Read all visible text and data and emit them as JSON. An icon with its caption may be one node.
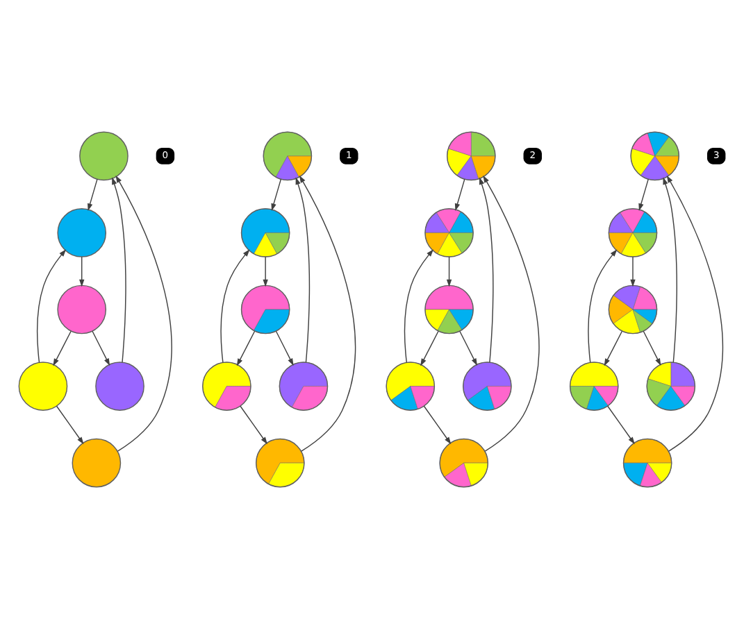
{
  "diagram": {
    "nodes": [
      {
        "text": [],
        "shape": "circle"
      },
      {
        "text": [],
        "shape": "circle"
      },
      {
        "text": [],
        "shape": "circle"
      },
      {
        "text": [],
        "shape": "circle"
      },
      {
        "text": [],
        "shape": "circle"
      },
      {
        "text": [],
        "shape": "circle"
      },
      {
        "text": [],
        "shape": "circle"
      },
      {
        "text": [],
        "shape": "circle"
      },
      {
        "text": [],
        "shape": "circle"
      },
      {
        "text": [],
        "shape": "circle"
      },
      {
        "text": [],
        "shape": "circle"
      },
      {
        "text": [],
        "shape": "circle"
      },
      {
        "text": [],
        "shape": "circle"
      },
      {
        "text": [],
        "shape": "circle"
      },
      {
        "text": [],
        "shape": "circle"
      },
      {
        "text": [],
        "shape": "circle"
      },
      {
        "text": [],
        "shape": "circle"
      },
      {
        "text": [],
        "shape": "circle"
      },
      {
        "text": [],
        "shape": "circle"
      },
      {
        "text": [],
        "shape": "circle"
      },
      {
        "text": [],
        "shape": "circle"
      },
      {
        "text": [],
        "shape": "circle"
      },
      {
        "text": [],
        "shape": "circle"
      },
      {
        "text": [],
        "shape": "circle"
      }
    ],
    "edges": [
      {
        "from": 2,
        "to": 0,
        "arrow": "to"
      },
      {
        "from": 0,
        "to": 3,
        "arrow": "to"
      },
      {
        "from": 1,
        "to": 0,
        "arrow": "to"
      },
      {
        "from": 5,
        "to": 2,
        "arrow": "to"
      },
      {
        "from": 5,
        "to": 3,
        "arrow": "to"
      },
      {
        "from": 3,
        "to": 4,
        "arrow": "to"
      },
      {
        "from": 4,
        "to": 1,
        "arrow": "to"
      },
      {
        "from": 4,
        "to": 5,
        "arrow": "to"
      },
      {
        "from": 8,
        "to": 6,
        "arrow": "to"
      },
      {
        "from": 6,
        "to": 9,
        "arrow": "to"
      },
      {
        "from": 7,
        "to": 6,
        "arrow": "to"
      },
      {
        "from": 11,
        "to": 8,
        "arrow": "to"
      },
      {
        "from": 11,
        "to": 9,
        "arrow": "to"
      },
      {
        "from": 9,
        "to": 10,
        "arrow": "to"
      },
      {
        "from": 10,
        "to": 7,
        "arrow": "to"
      },
      {
        "from": 10,
        "to": 11,
        "arrow": "to"
      },
      {
        "from": 14,
        "to": 12,
        "arrow": "to"
      },
      {
        "from": 12,
        "to": 15,
        "arrow": "to"
      },
      {
        "from": 13,
        "to": 12,
        "arrow": "to"
      },
      {
        "from": 17,
        "to": 14,
        "arrow": "to"
      },
      {
        "from": 17,
        "to": 15,
        "arrow": "to"
      },
      {
        "from": 15,
        "to": 16,
        "arrow": "to"
      },
      {
        "from": 16,
        "to": 13,
        "arrow": "to"
      },
      {
        "from": 16,
        "to": 17,
        "arrow": "to"
      },
      {
        "from": 20,
        "to": 18,
        "arrow": "to"
      },
      {
        "from": 18,
        "to": 21,
        "arrow": "to"
      },
      {
        "from": 19,
        "to": 18,
        "arrow": "to"
      },
      {
        "from": 23,
        "to": 20,
        "arrow": "to"
      },
      {
        "from": 23,
        "to": 21,
        "arrow": "to"
      },
      {
        "from": 21,
        "to": 22,
        "arrow": "to"
      },
      {
        "from": 22,
        "to": 19,
        "arrow": "to"
      },
      {
        "from": 22,
        "to": 23,
        "arrow": "to"
      }
    ],
    "labels": [
      "0",
      "1",
      "2",
      "3"
    ]
  }
}
